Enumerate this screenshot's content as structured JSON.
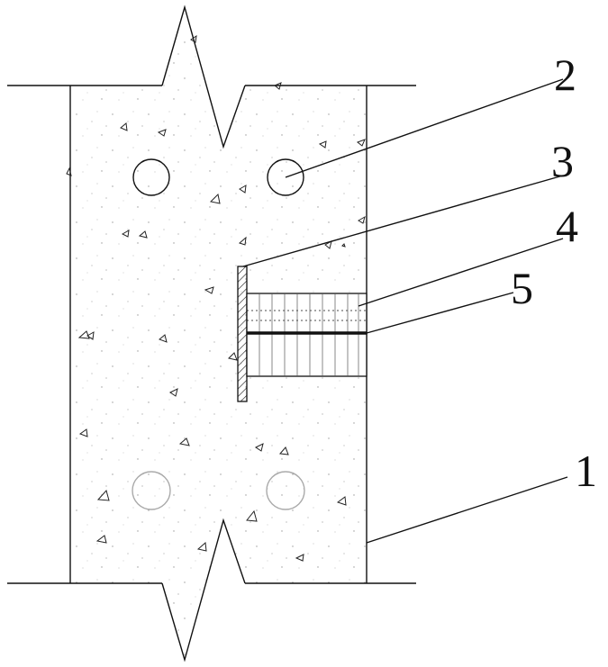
{
  "figure": {
    "background_color": "#ffffff",
    "line_color": "#111111",
    "callouts": [
      {
        "id": "1",
        "label": "1"
      },
      {
        "id": "2",
        "label": "2"
      },
      {
        "id": "3",
        "label": "3"
      },
      {
        "id": "4",
        "label": "4"
      },
      {
        "id": "5",
        "label": "5"
      }
    ]
  }
}
